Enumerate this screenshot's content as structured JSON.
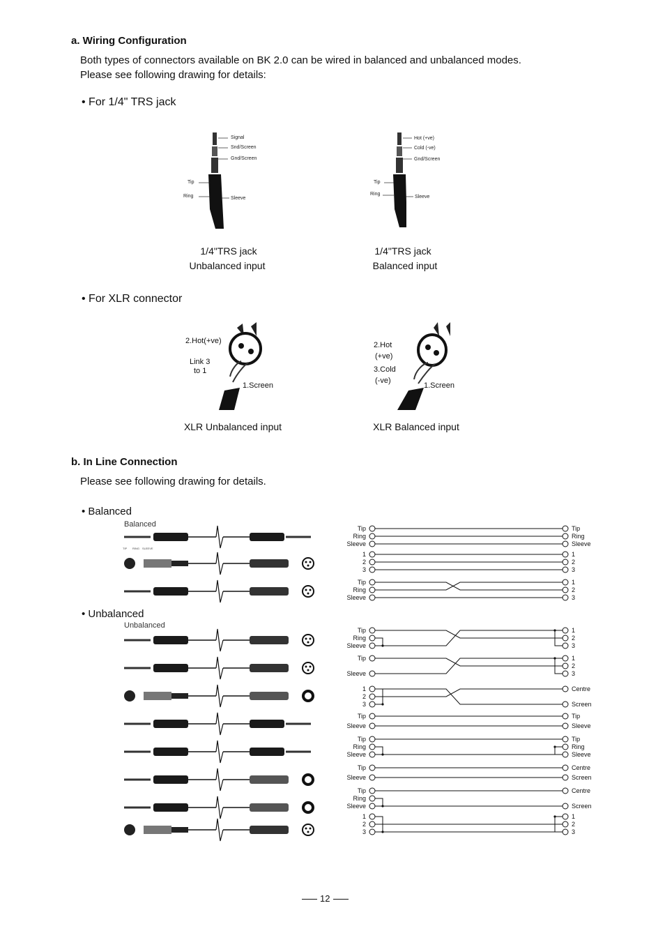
{
  "section_a": {
    "heading": "a. Wiring Configuration",
    "intro_line1": "Both types of connectors available on BK 2.0 can be wired in balanced and unbalanced modes.",
    "intro_line2": "Please see following drawing for details:",
    "trs_bullet": "• For 1/4\" TRS jack",
    "xlr_bullet": "• For XLR connector",
    "trs_unbal": {
      "caption1": "1/4\"TRS jack",
      "caption2": "Unbalanced input",
      "labels": [
        "Signal",
        "Snd/Screen",
        "Gnd/Screen",
        "Tip",
        "Ring",
        "Sleeve"
      ]
    },
    "trs_bal": {
      "caption1": "1/4\"TRS jack",
      "caption2": "Balanced input",
      "labels": [
        "Hot (+ve)",
        "Cold (-ve)",
        "Gnd/Screen",
        "Tip",
        "Ring",
        "Sleeve"
      ]
    },
    "xlr_unbal": {
      "caption": "XLR Unbalanced input",
      "labels": [
        "2.Hot(+ve)",
        "Link 3",
        "to 1",
        "1.Screen"
      ]
    },
    "xlr_bal": {
      "caption": "XLR Balanced input",
      "labels": [
        "2.Hot",
        "(+ve)",
        "3.Cold",
        "(-ve)",
        "1.Screen"
      ]
    }
  },
  "section_b": {
    "heading": "b. In Line Connection",
    "intro": "Please see following drawing for details.",
    "balanced_bullet": "• Balanced",
    "unbalanced_bullet": "• Unbalanced",
    "balanced_photo_title": "Balanced",
    "unbalanced_photo_title": "Unbalanced",
    "photo_small_labels": {
      "tip": "TIP",
      "ring": "RING",
      "sleeve": "SLEEVE"
    }
  },
  "wiring": {
    "balanced": [
      {
        "left": [
          "Tip",
          "Ring",
          "Sleeve"
        ],
        "right": [
          "Tip",
          "Ring",
          "Sleeve"
        ]
      },
      {
        "left": [
          "1",
          "2",
          "3"
        ],
        "right": [
          "1",
          "2",
          "3"
        ]
      },
      {
        "left": [
          "Tip",
          "Ring",
          "Sleeve"
        ],
        "right": [
          "1",
          "2",
          "3"
        ]
      }
    ],
    "unbalanced": [
      {
        "left": [
          "Tip",
          "Ring",
          "Sleeve"
        ],
        "right": [
          "1",
          "2",
          "3"
        ]
      },
      {
        "left": [
          "Tip",
          "Sleeve"
        ],
        "right": [
          "1",
          "2",
          "3"
        ]
      },
      {
        "left": [
          "1",
          "2",
          "3"
        ],
        "right": [
          "Centre",
          "Screen"
        ]
      },
      {
        "left": [
          "Tip",
          "Sleeve"
        ],
        "right": [
          "Tip",
          "Sleeve"
        ]
      },
      {
        "left": [
          "Tip",
          "Ring",
          "Sleeve"
        ],
        "right": [
          "Tip",
          "Ring",
          "Sleeve"
        ]
      },
      {
        "left": [
          "Tip",
          "Sleeve"
        ],
        "right": [
          "Centre",
          "Screen"
        ]
      },
      {
        "left": [
          "Tip",
          "Ring",
          "Sleeve"
        ],
        "right": [
          "Centre",
          "Screen"
        ]
      },
      {
        "left": [
          "1",
          "2",
          "3"
        ],
        "right": [
          "1",
          "2",
          "3"
        ]
      }
    ]
  },
  "footer": {
    "page_number": "12"
  }
}
